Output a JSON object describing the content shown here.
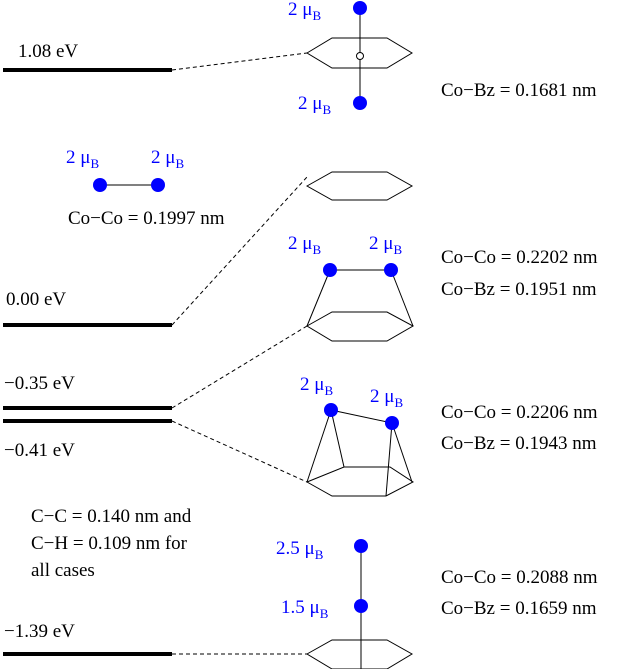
{
  "colors": {
    "atom": "#0000ff",
    "moment_text": "#0000ff",
    "line": "#000000"
  },
  "levels": [
    {
      "id": "A",
      "energy": "1.08 eV"
    },
    {
      "id": "B",
      "energy": "0.00 eV"
    },
    {
      "id": "C",
      "energy": "−0.35 eV"
    },
    {
      "id": "D",
      "energy": "−0.41 eV"
    },
    {
      "id": "E",
      "energy": "−1.39 eV"
    }
  ],
  "dimer": {
    "moment_left": "2",
    "moment_right": "2",
    "bond": "Co−Co = 0.1997 nm"
  },
  "structures": {
    "sandwich": {
      "moment_top": "2",
      "moment_bottom": "2",
      "cobz": "Co−Bz = 0.1681 nm"
    },
    "parallel": {
      "moment_left": "2",
      "moment_right": "2",
      "coco": "Co−Co = 0.2202 nm",
      "cobz": "Co−Bz = 0.1951 nm"
    },
    "tilted": {
      "moment_left": "2",
      "moment_right": "2",
      "coco": "Co−Co = 0.2206 nm",
      "cobz": "Co−Bz = 0.1943 nm"
    },
    "vertical": {
      "moment_top": "2.5",
      "moment_mid": "1.5",
      "coco": "Co−Co = 0.2088 nm",
      "cobz": "Co−Bz = 0.1659 nm"
    }
  },
  "note": {
    "line1": "C−C = 0.140 nm and",
    "line2": "C−H = 0.109 nm for",
    "line3": "all cases"
  },
  "unit": {
    "mu": "μ",
    "sub": "B"
  }
}
